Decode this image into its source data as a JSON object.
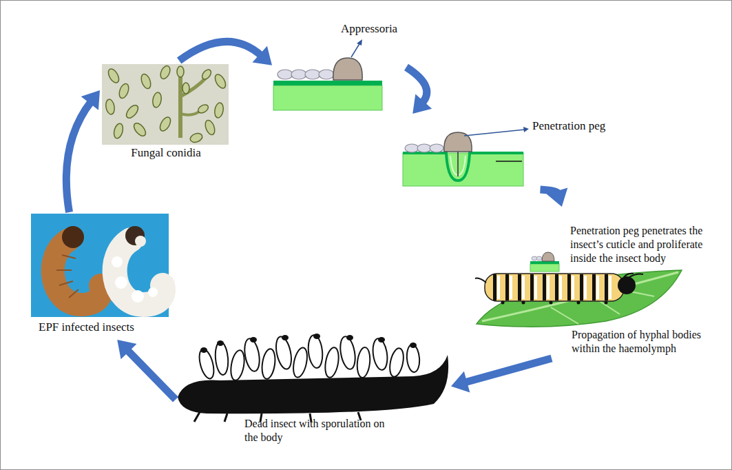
{
  "diagram": {
    "nodes": [
      {
        "text": [
          "Fungal conidia"
        ]
      },
      {
        "text": [
          "Appressoria"
        ]
      },
      {
        "text": [
          "Penetration peg"
        ]
      },
      {
        "text": [
          "Penetration peg penetrates the insect’s cuticle and proliferate inside the insect body",
          "Propagation of hyphal bodies within the haemolymph"
        ]
      },
      {
        "text": [
          "Dead insect with sporulation on the body"
        ]
      },
      {
        "text": [
          "EPF infected insects"
        ]
      }
    ],
    "edges": [
      {
        "from": 0,
        "to": 1,
        "arrow": "to"
      },
      {
        "from": 1,
        "to": 2,
        "arrow": "to"
      },
      {
        "from": 2,
        "to": 3,
        "arrow": "to"
      },
      {
        "from": 3,
        "to": 4,
        "arrow": "to"
      },
      {
        "from": 4,
        "to": 5,
        "arrow": "to"
      },
      {
        "from": 5,
        "to": 0,
        "arrow": "to"
      }
    ]
  }
}
